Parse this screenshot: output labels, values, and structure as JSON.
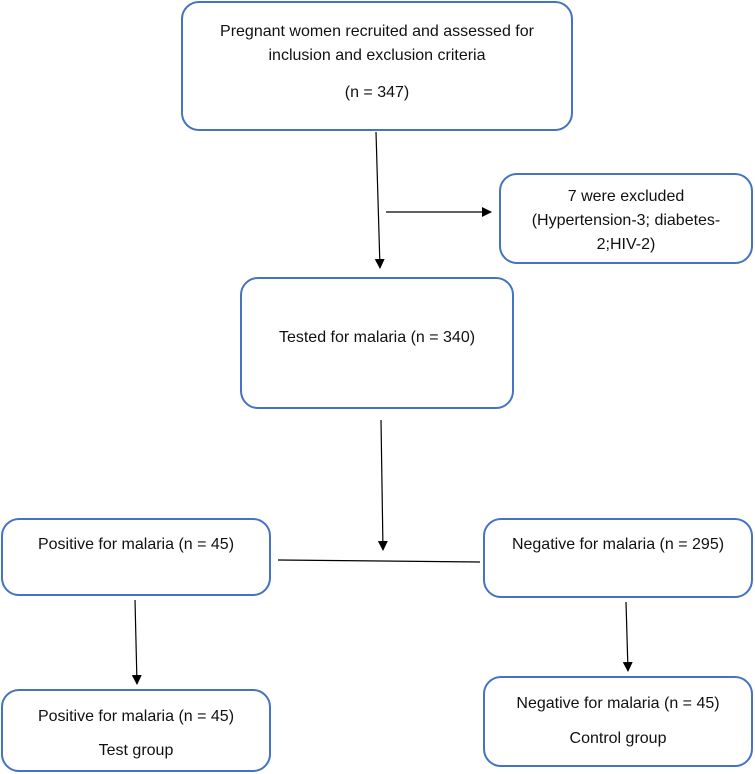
{
  "nodes": {
    "recruited": {
      "line1": "Pregnant women recruited and assessed for",
      "line2": "inclusion and exclusion criteria",
      "count": "(n = 347)"
    },
    "excluded": {
      "line1": "7 were excluded",
      "line2": "(Hypertension-3; diabetes-",
      "line3": "2;HIV-2)"
    },
    "tested": {
      "label": "Tested for malaria (n = 340)"
    },
    "positive": {
      "label": "Positive for malaria (n = 45)"
    },
    "negative": {
      "label": "Negative for malaria (n = 295)"
    },
    "test_group": {
      "label": "Positive for malaria (n = 45)",
      "group": "Test group"
    },
    "control_group": {
      "label": "Negative for malaria (n = 45)",
      "group": "Control group"
    }
  },
  "colors": {
    "box_border": "#4472c4",
    "arrow": "#000000"
  }
}
